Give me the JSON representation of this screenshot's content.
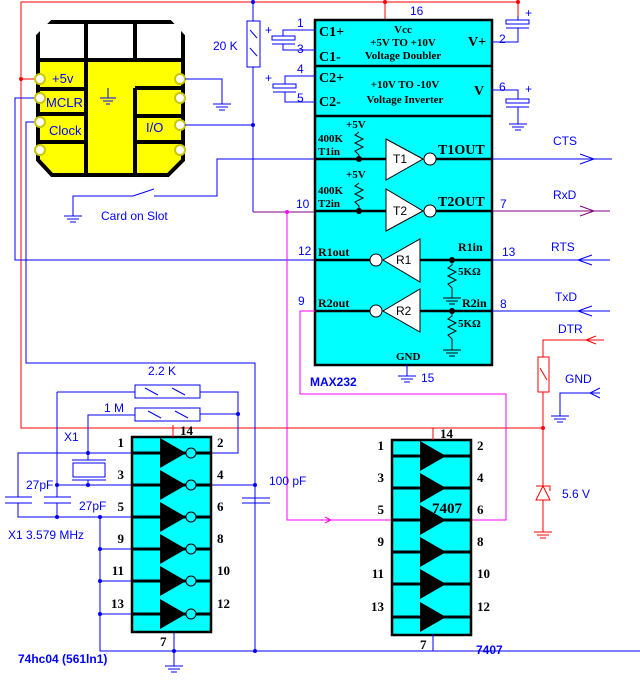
{
  "colors": {
    "chip_fill": "#00ffff",
    "card_fill": "#ffff00",
    "wire_signal": "#0000ff",
    "wire_power": "#ff0000",
    "wire_t2in": "#800080",
    "wire_buffer": "#ff00ff"
  },
  "smartcard": {
    "pins": {
      "vcc": "+5v",
      "mclr": "MCLR",
      "clock": "Clock",
      "io": "I/O"
    },
    "icons": [
      "ground-icon"
    ],
    "switch_label": "Card on Slot"
  },
  "resistors": {
    "r_pullup": "20 K",
    "r_feedback_a": "2.2 K",
    "r_feedback_b": "1 M"
  },
  "max232": {
    "name": "MAX232",
    "pins": {
      "p16": "16",
      "p1": "1",
      "p3": "3",
      "p4": "4",
      "p5": "5",
      "p2": "2",
      "p6": "6",
      "p10": "10",
      "p7": "7",
      "p12": "12",
      "p13": "13",
      "p9": "9",
      "p8": "8",
      "p15": "15"
    },
    "doubler": {
      "c1p": "C1+",
      "c1m": "C1-",
      "line1": "Vcc",
      "line2": "+5V TO +10V",
      "line3": "Voltage Doubler",
      "out": "V+"
    },
    "inverter": {
      "c2p": "C2+",
      "c2m": "C2-",
      "line1": "+10V TO -10V",
      "line2": "Voltage Inverter",
      "out": "V"
    },
    "t1": {
      "supply": "+5V",
      "res": "400K",
      "in": "T1in",
      "gate": "T1",
      "out": "T1OUT"
    },
    "t2": {
      "supply": "+5V",
      "res": "400K",
      "in": "T2in",
      "gate": "T2",
      "out": "T2OUT"
    },
    "r1": {
      "out": "R1out",
      "gate": "R1",
      "in": "R1in",
      "res": "5KΩ"
    },
    "r2": {
      "out": "R2out",
      "gate": "R2",
      "in": "R2in",
      "res": "5KΩ"
    },
    "gnd": "GND"
  },
  "rs232": {
    "cts": "CTS",
    "rxd": "RxD",
    "rts": "RTS",
    "txd": "TxD",
    "dtr": "DTR",
    "gnd": "GND",
    "zener": "5.6 V"
  },
  "oscillator": {
    "crystal_ref": "X1",
    "cap_left": "27pF",
    "cap_right": "27pF",
    "crystal": "X1 3.579 MHz",
    "cap_out": "100 pF"
  },
  "hc04": {
    "name": "74hc04 (561ln1)",
    "left_pins": [
      "1",
      "3",
      "5",
      "9",
      "11",
      "13"
    ],
    "right_pins": [
      "2",
      "4",
      "6",
      "8",
      "10",
      "12"
    ],
    "vcc_pin": "14",
    "gnd_pin": "7"
  },
  "u7407": {
    "name": "7407",
    "body_label": "7407",
    "left_pins": [
      "1",
      "3",
      "5",
      "9",
      "11",
      "13"
    ],
    "right_pins": [
      "2",
      "4",
      "6",
      "8",
      "10",
      "12"
    ],
    "vcc_pin": "14",
    "gnd_pin": "7"
  }
}
